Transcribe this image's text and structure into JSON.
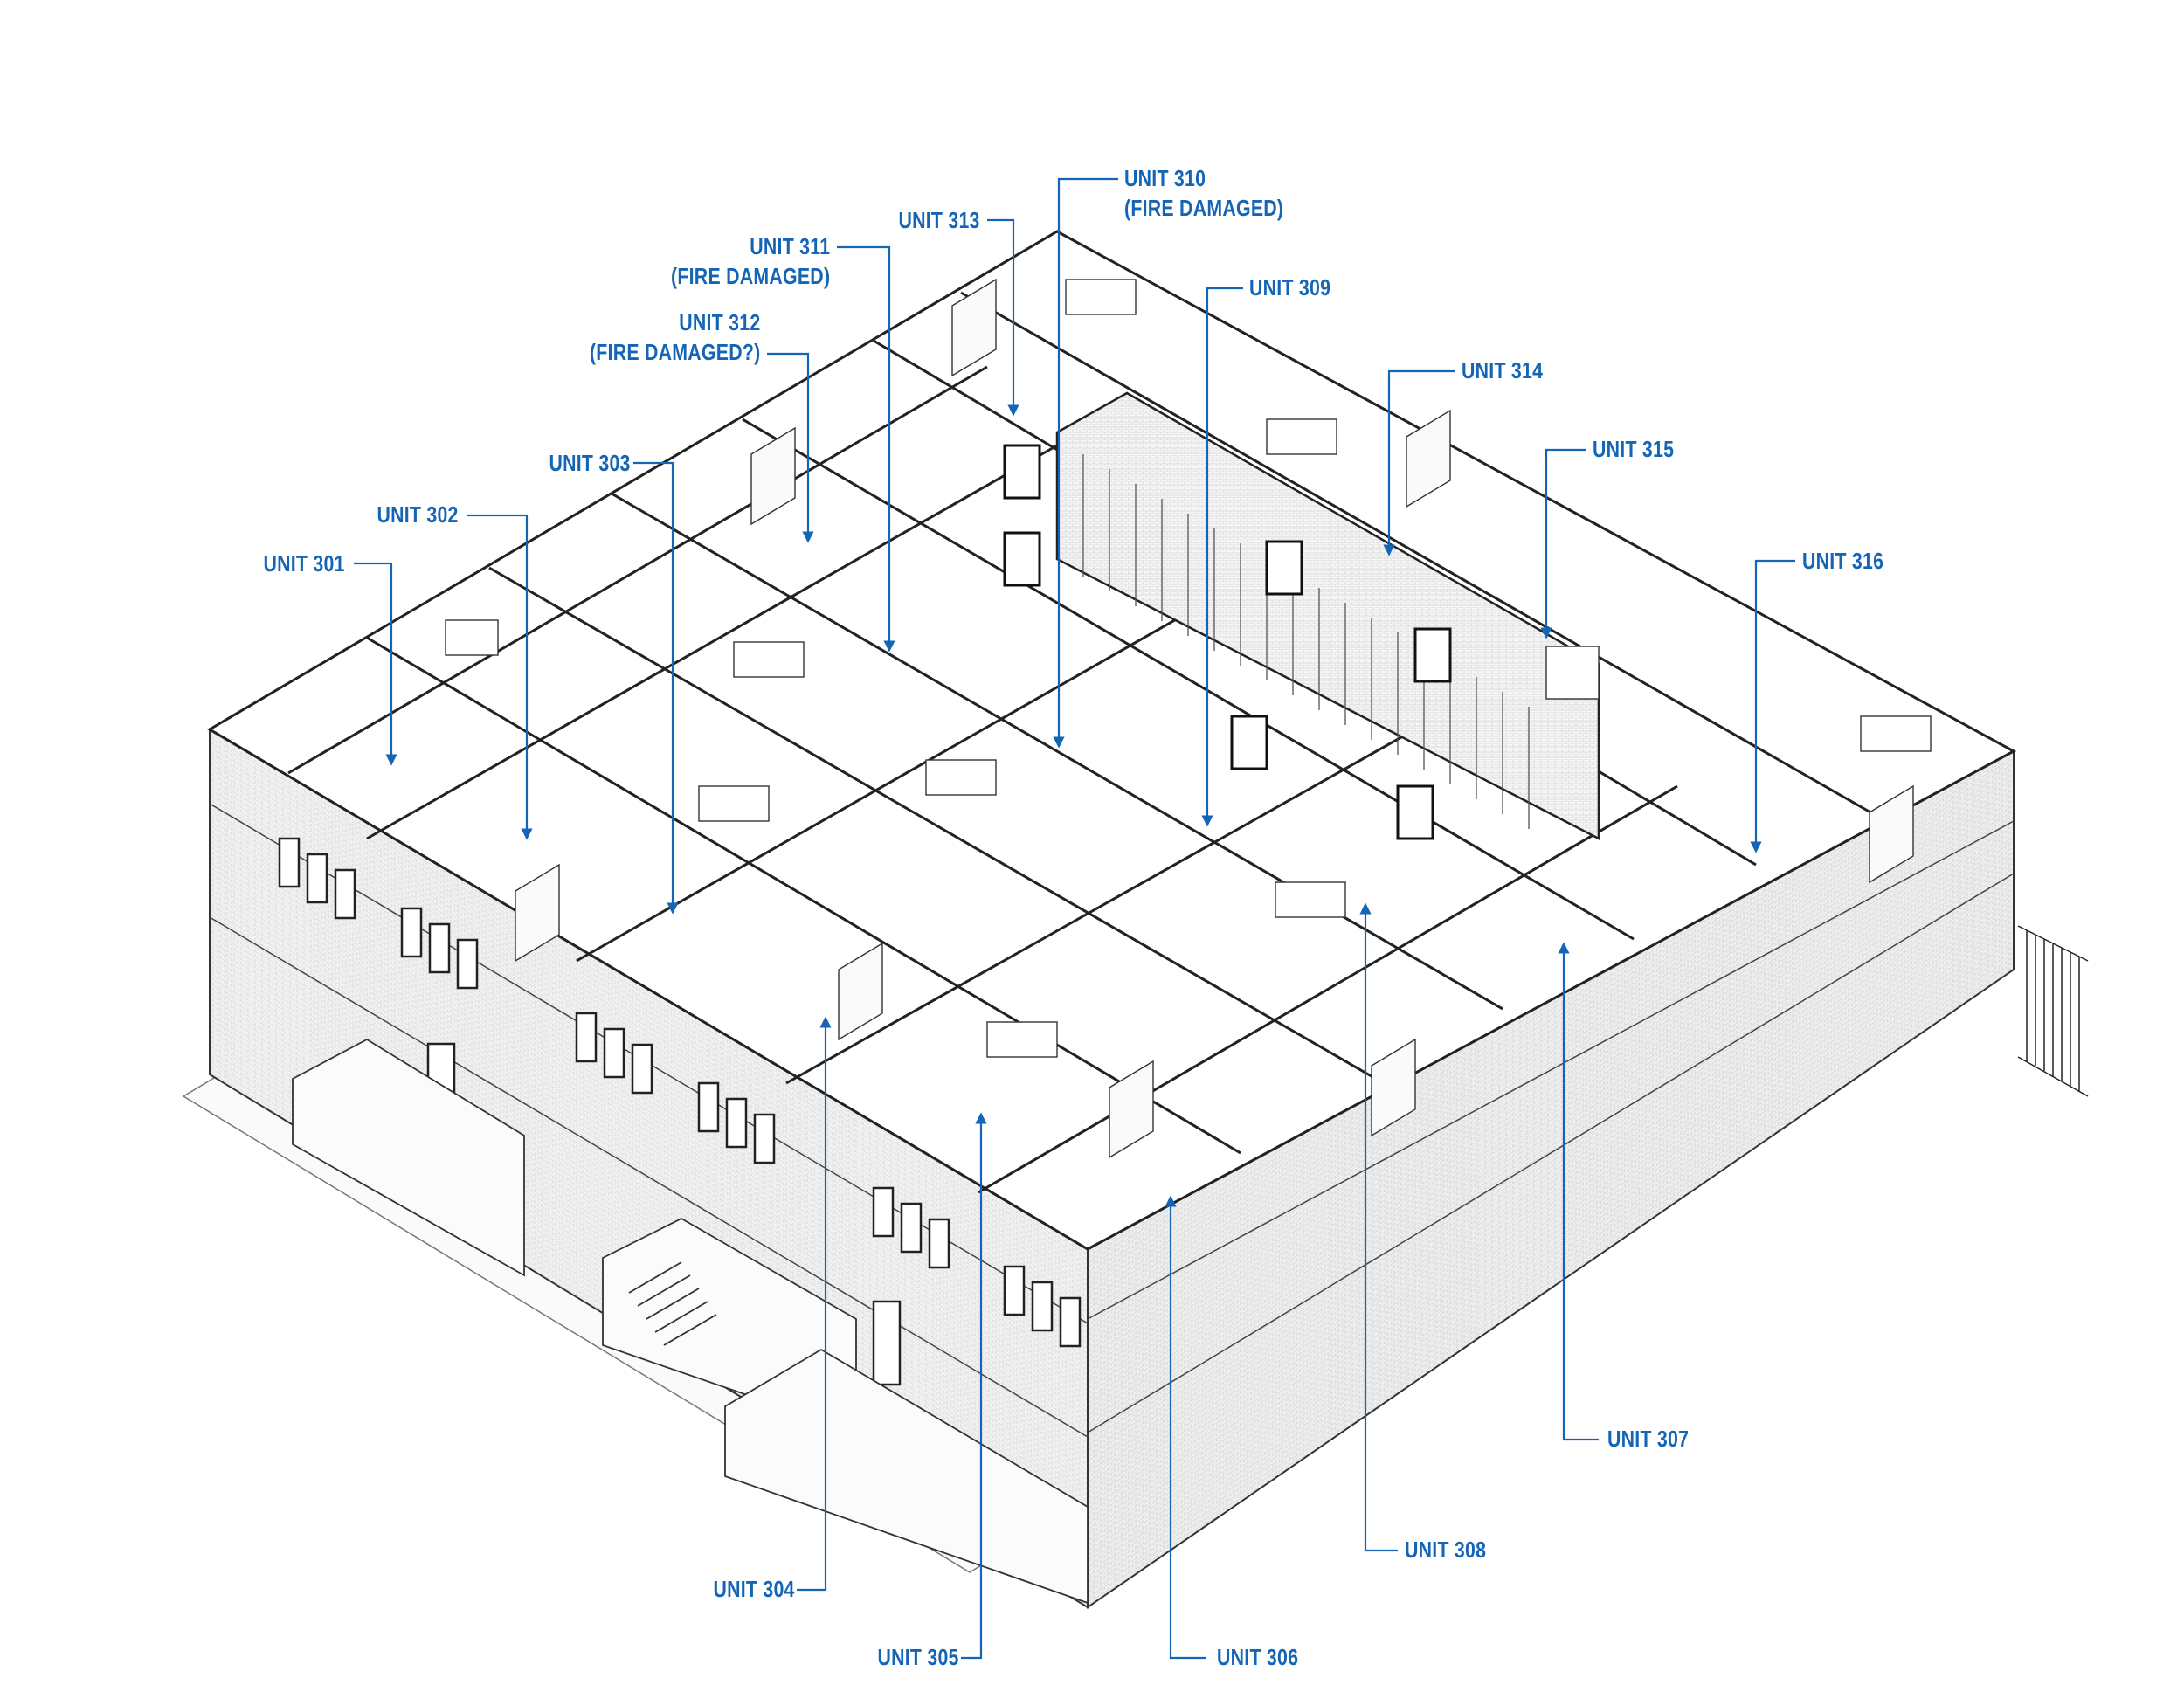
{
  "units": [
    {
      "id": "unit-301",
      "text": "UNIT 301",
      "note": ""
    },
    {
      "id": "unit-302",
      "text": "UNIT 302",
      "note": ""
    },
    {
      "id": "unit-303",
      "text": "UNIT 303",
      "note": ""
    },
    {
      "id": "unit-304",
      "text": "UNIT 304",
      "note": ""
    },
    {
      "id": "unit-305",
      "text": "UNIT 305",
      "note": ""
    },
    {
      "id": "unit-306",
      "text": "UNIT 306",
      "note": ""
    },
    {
      "id": "unit-307",
      "text": "UNIT 307",
      "note": ""
    },
    {
      "id": "unit-308",
      "text": "UNIT 308",
      "note": ""
    },
    {
      "id": "unit-309",
      "text": "UNIT 309",
      "note": ""
    },
    {
      "id": "unit-310",
      "text": "UNIT 310",
      "note": "(FIRE DAMAGED)"
    },
    {
      "id": "unit-311",
      "text": "UNIT 311",
      "note": "(FIRE DAMAGED)"
    },
    {
      "id": "unit-312",
      "text": "UNIT 312",
      "note": "(FIRE DAMAGED?)"
    },
    {
      "id": "unit-313",
      "text": "UNIT 313",
      "note": ""
    },
    {
      "id": "unit-314",
      "text": "UNIT 314",
      "note": ""
    },
    {
      "id": "unit-315",
      "text": "UNIT 315",
      "note": ""
    },
    {
      "id": "unit-316",
      "text": "UNIT 316",
      "note": ""
    }
  ],
  "colors": {
    "label": "#1565b7",
    "line": "#2a2a2a",
    "wall": "#f4f4f4"
  }
}
